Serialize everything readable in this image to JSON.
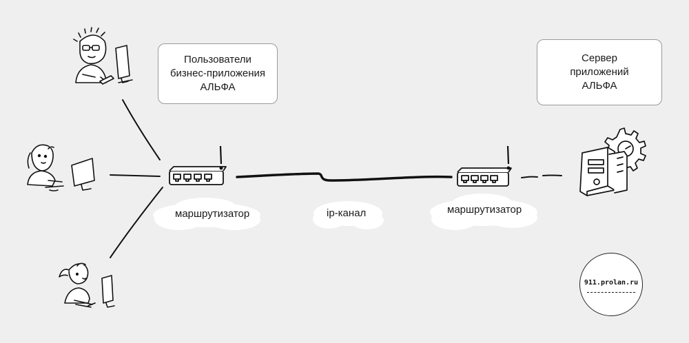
{
  "boxes": {
    "users": {
      "lines": [
        "Пользователи",
        "бизнес-приложения",
        "АЛЬФА"
      ]
    },
    "server": {
      "lines": [
        "Сервер",
        "приложений",
        "АЛЬФА"
      ]
    }
  },
  "labels": {
    "router_left": "маршрутизатор",
    "channel": "ip-канал",
    "router_right": "маршрутизатор"
  },
  "stamp": {
    "text": "911.prolan.ru"
  },
  "colors": {
    "background": "#efefef",
    "ink": "#111111",
    "box_border": "#9a9a9a",
    "cloud": "#ffffff"
  },
  "icons": [
    "user-workstation-icon",
    "router-icon",
    "server-icon",
    "gear-icon",
    "cloud-shape"
  ]
}
